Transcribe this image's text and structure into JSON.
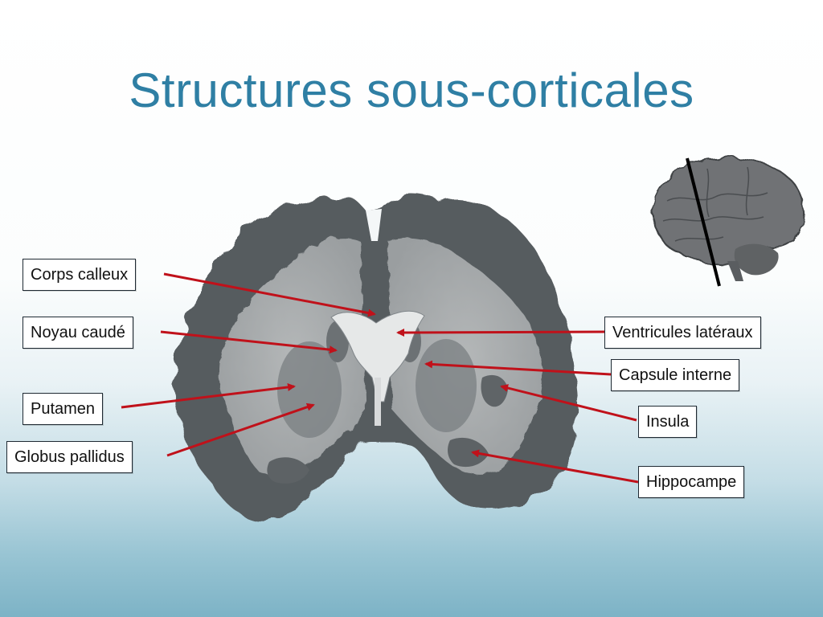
{
  "slide": {
    "title": "Structures sous-corticales"
  },
  "labels": {
    "corps_calleux": "Corps calleux",
    "noyau_caude": "Noyau caudé",
    "putamen": "Putamen",
    "globus_pallidus": "Globus pallidus",
    "ventricules_lateraux": "Ventricules latéraux",
    "capsule_interne": "Capsule interne",
    "insula": "Insula",
    "hippocampe": "Hippocampe"
  },
  "colors": {
    "title": "#2f7fa4",
    "arrow": "#c0111a",
    "cortex": "#5a5f63",
    "white_matter": "#a9adaf",
    "ventricle": "#e4e6e6"
  },
  "icons": {
    "brain_thumbnail": "lateral-brain-view-icon",
    "slice": "coronal-brain-slice-image"
  }
}
